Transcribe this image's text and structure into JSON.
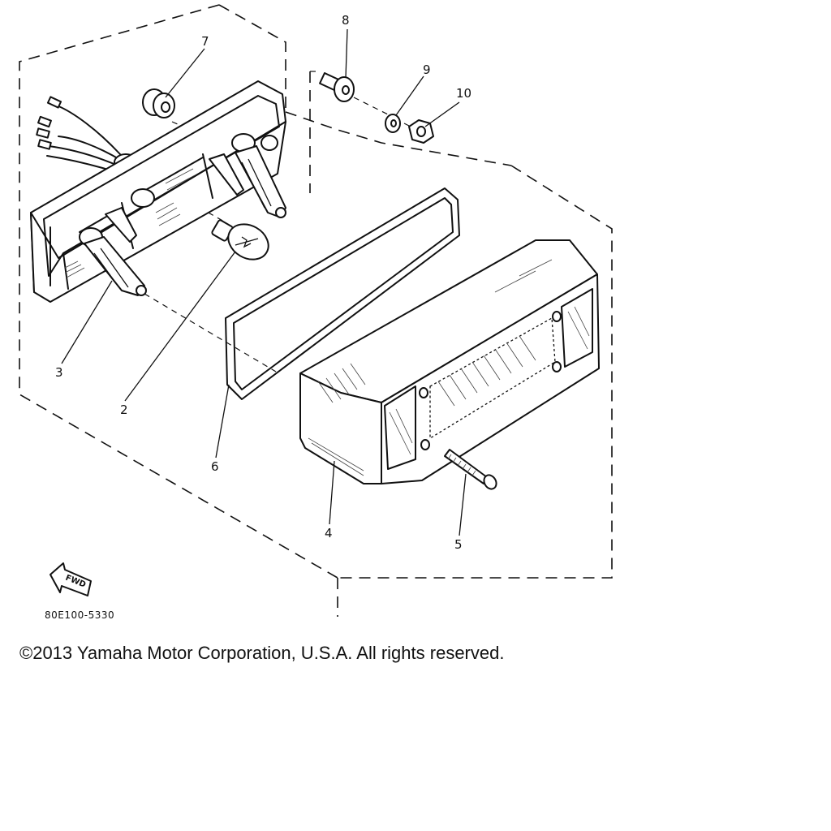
{
  "diagram": {
    "callouts": [
      "2",
      "3",
      "4",
      "5",
      "6",
      "7",
      "8",
      "9",
      "10"
    ],
    "fwd_label": "FWD",
    "drawing_code": "80E100-5330"
  },
  "footer": {
    "copyright": "©2013 Yamaha Motor Corporation, U.S.A. All rights reserved."
  }
}
